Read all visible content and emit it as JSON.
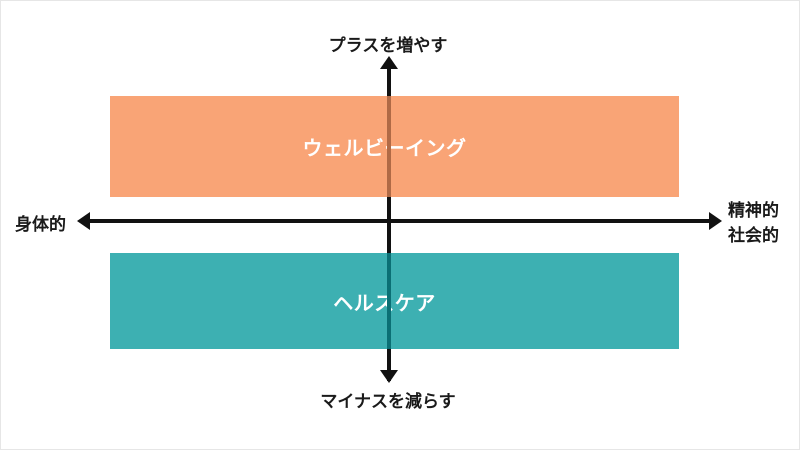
{
  "diagram": {
    "type": "quadrant-axes",
    "background_color": "#ffffff",
    "axes": {
      "vertical": {
        "top_label": "プラスを増やす",
        "bottom_label": "マイナスを減らす",
        "color": "#111111"
      },
      "horizontal": {
        "left_label": "身体的",
        "right_label_line1": "精神的",
        "right_label_line2": "社会的",
        "color": "#111111"
      }
    },
    "bands": [
      {
        "id": "wellbeing",
        "label": "ウェルビーイング",
        "fill_color": "#F9A476",
        "text_color": "#ffffff",
        "position": "upper"
      },
      {
        "id": "healthcare",
        "label": "ヘルスケア",
        "fill_color": "#3DB0B2",
        "text_color": "#ffffff",
        "position": "lower"
      }
    ]
  }
}
